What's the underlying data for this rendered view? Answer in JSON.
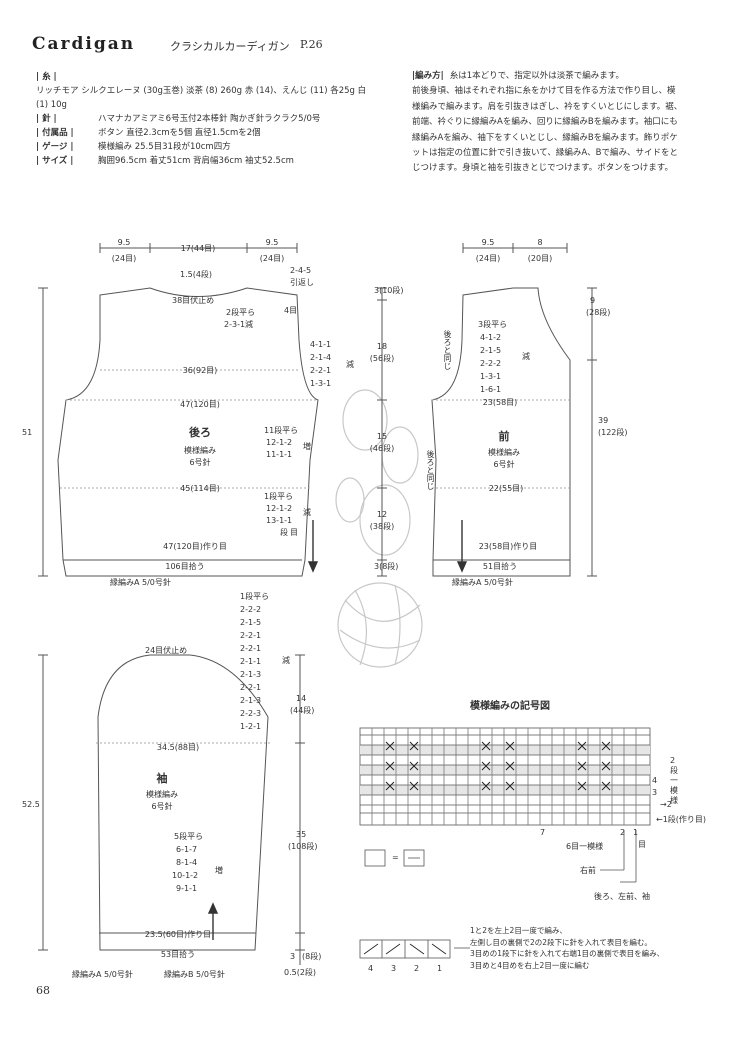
{
  "header": {
    "title": "Cardigan",
    "subtitle": "クラシカルカーディガン",
    "page_ref": "P.26"
  },
  "specs": {
    "yarn_label": "| 糸 |",
    "yarn_line1": "リッチモア シルクエレーヌ (30g玉巻) 淡茶 (8) 260g   赤 (14)、えんじ (11) 各25g   白",
    "yarn_line2": "(1) 10g",
    "needle_label": "| 針 |",
    "needle_value": "ハマナカアミアミ6号玉付2本棒針   陶かぎ針ラクラク5/0号",
    "notions_label": "| 付属品 |",
    "notions_value": "ボタン   直径2.3cmを5個   直径1.5cmを2個",
    "gauge_label": "| ゲージ |",
    "gauge_value": "模様編み   25.5目31段が10cm四方",
    "size_label": "| サイズ |",
    "size_value": "胸囲96.5cm   着丈51cm   背肩幅36cm   袖丈52.5cm"
  },
  "instructions": {
    "heading": "|編み方|",
    "lines": [
      "糸は1本どりで、指定以外は淡茶で編みます。",
      "前後身頃、袖はそれぞれ指に糸をかけて目を作る方法で作り目し、模",
      "様編みで編みます。肩を引抜きはぎし、衿をすくいとじにします。裾、",
      "前端、衿ぐりに縁編みAを編み、回りに縁編みBを編みます。袖口にも",
      "縁編みAを編み、袖下をすくいとじし、縁編みBを編みます。飾りポケ",
      "ットは指定の位置に針で引き抜いて、縁編みA、Bで編み、サイドをと",
      "じつけます。身頃と袖を引抜きとじでつけます。ボタンをつけます。"
    ]
  },
  "back": {
    "name": "後ろ",
    "stitch": "模様編み",
    "needle": "6号針",
    "top_left_w": "9.5",
    "top_left_st": "(24目)",
    "top_mid": "17(44目)",
    "top_right_w": "9.5",
    "top_right_st": "(24目)",
    "neck_depth": "1.5(4段)",
    "neck_bind": "38目伏止め",
    "neck_dec_head": "2段平ら",
    "neck_dec_1": "2-3-1減",
    "shoulder_label": "2-4-5",
    "shoulder_sub": "引返し",
    "shoulder_rows": "4目",
    "shoulder_width": "36(92目)",
    "armhole_dec": [
      "4-1-1",
      "2-1-4",
      "2-2-1",
      "1-3-1"
    ],
    "armhole_label": "減",
    "chest_width": "47(120目)",
    "side_inc_head": "11段平ら",
    "side_inc": [
      "12-1-2",
      "11-1-1"
    ],
    "side_inc_label": "増",
    "waist_width": "45(114目)",
    "side_dec_head": "1段平ら",
    "side_dec": [
      "12-1-2",
      "13-1-1"
    ],
    "side_dec_label1": "減",
    "side_dec_label2": "段",
    "side_dec_label3": "目",
    "cast_on": "47(120目)作り目",
    "pickup": "106目拾う",
    "border": "縁編みA  5/0号針",
    "total_height": "51"
  },
  "center_dims": {
    "armhole_rows": "3(10段)",
    "armhole_h": "18",
    "armhole_rows2": "(56段)",
    "mid_h": "15",
    "mid_rows": "(46段)",
    "low_h": "12",
    "low_rows": "(38段)",
    "hem_rows": "3(8段)"
  },
  "front": {
    "name": "前",
    "stitch": "模様編み",
    "needle": "6号針",
    "top_left_w": "9.5",
    "top_left_st": "(24目)",
    "top_right_w": "8",
    "top_right_st": "(20目)",
    "neck_rows_w": "9",
    "neck_rows": "(28段)",
    "armhole_left": "後ろと同じ",
    "neck_dec": [
      "3段平ら",
      "4-1-2",
      "2-1-5",
      "2-2-2",
      "1-3-1",
      "1-6-1"
    ],
    "neck_dec_label": "減",
    "chest_width": "23(58目)",
    "side_left": "後ろと同じ",
    "waist_width": "22(55目)",
    "cast_on": "23(58目)作り目",
    "pickup": "51目拾う",
    "body_h": "39",
    "body_rows": "(122段)",
    "border": "縁編みA  5/0号針"
  },
  "sleeve": {
    "name": "袖",
    "stitch": "模様編み",
    "needle": "6号針",
    "cap_bind": "24目伏止め",
    "cap_dec": [
      "1段平ら",
      "2-2-2",
      "2-1-5",
      "2-2-1",
      "2-2-1",
      "2-1-1",
      "2-1-3",
      "2-2-1",
      "2-1-3",
      "2-2-3",
      "1-2-1"
    ],
    "cap_dec_label": "減",
    "cap_h": "14",
    "cap_rows": "(44段)",
    "width": "34.5(88目)",
    "total_h": "52.5",
    "inc_head": "5段平ら",
    "inc": [
      "6-1-7",
      "8-1-4",
      "10-1-2",
      "9-1-1"
    ],
    "inc_label": "増",
    "body_h": "35",
    "body_rows": "(108段)",
    "cast_on": "23.5(60目)作り目",
    "pickup": "53目拾う",
    "hem_a": "3",
    "hem_a_rows": "(8段)",
    "hem_b": "0.5(2段)",
    "border_a": "縁編みA  5/0号針",
    "border_b": "縁編みB  5/0号針"
  },
  "stitch_chart": {
    "title": "模様編みの記号図",
    "row_labels": [
      "2",
      "段",
      "一",
      "模",
      "様"
    ],
    "left_labels": [
      "4",
      "3"
    ],
    "right_mark": "→2",
    "cast_on_mark": "←1段(作り目)",
    "repeat_7": "7",
    "repeat_2": "2",
    "repeat_1": "1",
    "unit_label": "6目一模様",
    "one_label": "目",
    "legend_eq": "=",
    "color_right": "右前",
    "color_rest": "後ろ、左前、袖",
    "symbol_nums": [
      "4",
      "3",
      "2",
      "1"
    ]
  },
  "note": {
    "lines": [
      "1と2を左上2目一度で編み、",
      "左側し目の裏側で2の2段下に針を入れて表目を編む。",
      "3目めの1段下に針を入れて右端1目の裏側で表目を編み、",
      "3目めと4目めを右上2目一度に編む"
    ]
  },
  "page_number": "68"
}
